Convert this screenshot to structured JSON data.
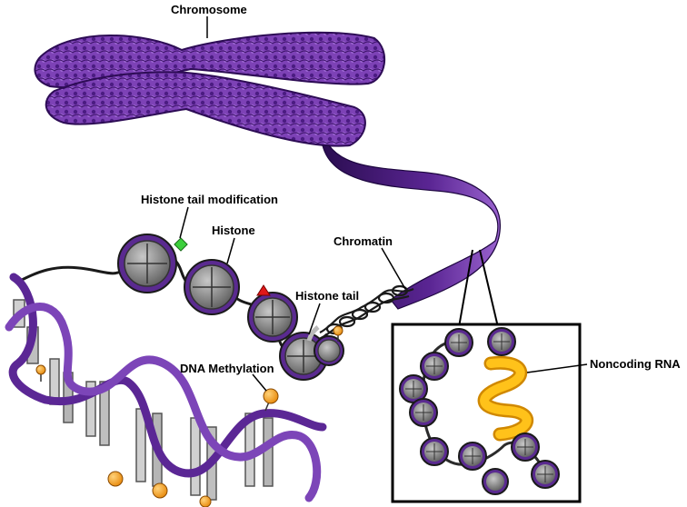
{
  "labels": {
    "chromosome": "Chromosome",
    "histone_tail_modification": "Histone tail modification",
    "histone": "Histone",
    "chromatin": "Chromatin",
    "histone_tail": "Histone tail",
    "dna_methylation": "DNA Methylation",
    "noncoding_rna": "Noncoding RNA"
  },
  "colors": {
    "chromosome": "#7a3fb0",
    "chromosome_dark": "#3f1670",
    "strand": "#6a2fa0",
    "histone": "#8a8a8a",
    "methyl": "#f59a1a",
    "rna": "#f5b300",
    "modification_green": "#3ccf3c",
    "modification_red": "#e01818"
  }
}
